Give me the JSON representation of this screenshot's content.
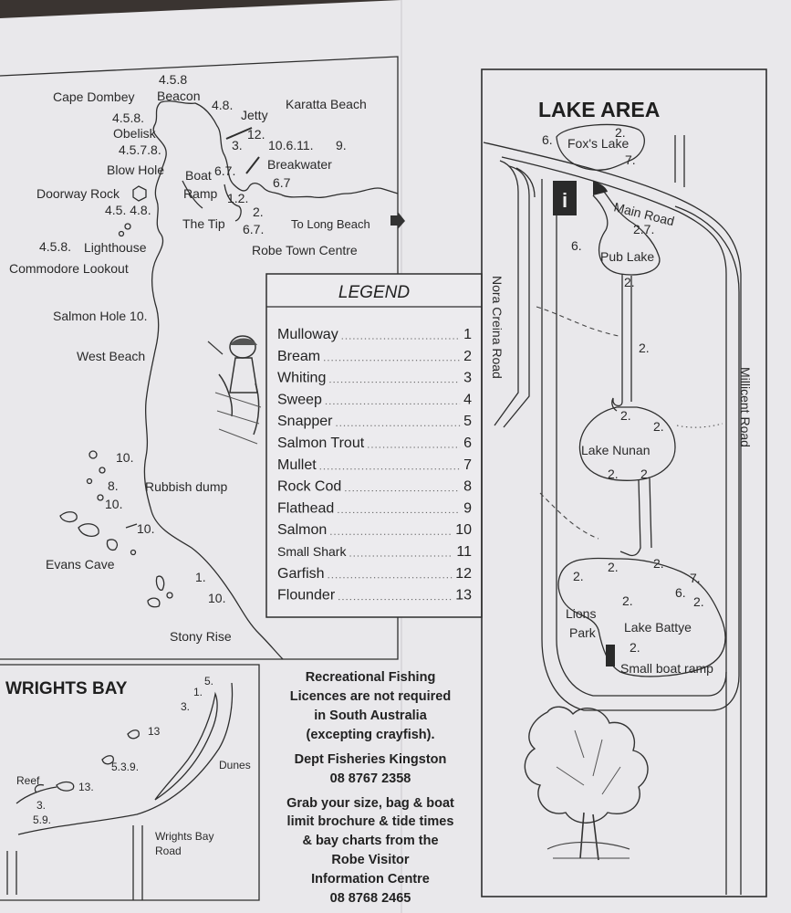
{
  "coast": {
    "labels": {
      "cape_dombey": "Cape Dombey",
      "beacon_num": "4.5.8",
      "beacon": "Beacon",
      "jetty_num": "4.8.",
      "jetty": "Jetty",
      "karatta": "Karatta Beach",
      "obelisk_num": "4.5.8.",
      "obelisk": "Obelisk",
      "n_12": "12.",
      "n_3": "3.",
      "n_10_6_11": "10.6.11.",
      "n_9": "9.",
      "blowhole_num": "4.5.7.8.",
      "blowhole": "Blow Hole",
      "boat": "Boat",
      "n_67": "6.7.",
      "breakwater": "Breakwater",
      "n_67b": "6.7",
      "doorway": "Doorway Rock",
      "ramp": "Ramp",
      "n_12b": "1.2.",
      "doorway_num": "4.5. 4.8.",
      "n_2": "2.",
      "the_tip": "The Tip",
      "n_67c": "6.7.",
      "to_long_beach": "To Long Beach",
      "lighthouse_num": "4.5.8.",
      "lighthouse": "Lighthouse",
      "robe_town": "Robe Town Centre",
      "commodore": "Commodore Lookout",
      "salmon_hole": "Salmon Hole 10.",
      "west_beach": "West Beach",
      "n_10a": "10.",
      "n_8": "8.",
      "rubbish": "Rubbish dump",
      "n_10b": "10.",
      "n_10c": "10.",
      "evans": "Evans Cave",
      "n_1": "1.",
      "n_10d": "10.",
      "stony": "Stony Rise"
    }
  },
  "legend": {
    "title": "LEGEND",
    "items": [
      {
        "name": "Mulloway",
        "num": "1"
      },
      {
        "name": "Bream",
        "num": "2"
      },
      {
        "name": "Whiting",
        "num": "3"
      },
      {
        "name": "Sweep",
        "num": "4"
      },
      {
        "name": "Snapper",
        "num": "5"
      },
      {
        "name": "Salmon Trout",
        "num": "6"
      },
      {
        "name": "Mullet",
        "num": "7"
      },
      {
        "name": "Rock Cod",
        "num": "8"
      },
      {
        "name": "Flathead",
        "num": "9"
      },
      {
        "name": "Salmon",
        "num": "10"
      },
      {
        "name": "Small Shark",
        "num": "11"
      },
      {
        "name": "Garfish",
        "num": "12"
      },
      {
        "name": "Flounder",
        "num": "13"
      }
    ]
  },
  "lake": {
    "title": "LAKE AREA",
    "labels": {
      "foxs_lake": "Fox's Lake",
      "fox_2": "2.",
      "fox_6": "6.",
      "fox_7": "7.",
      "info_icon": "i",
      "main_road": "Main Road",
      "main_road_num": "2.7.",
      "pub_6": "6.",
      "pub_lake": "Pub Lake",
      "pub_2": "2.",
      "nora": "Nora Creina Road",
      "n_2a": "2.",
      "millicent": "Millicent Road",
      "nunan_2a": "2.",
      "nunan_2b": "2.",
      "lake_nunan": "Lake Nunan",
      "nunan_2c": "2.",
      "nunan_2d": "2.",
      "b_2a": "2.",
      "b_2b": "2.",
      "b_2c": "2.",
      "b_7": "7.",
      "b_6": "6.",
      "b_2d": "2.",
      "lions": "Lions",
      "park": "Park",
      "b_2e": "2.",
      "lake_battye": "Lake Battye",
      "b_2f": "2.",
      "small_boat_ramp": "Small boat ramp"
    }
  },
  "wrights": {
    "title": "WRIGHTS BAY",
    "labels": {
      "n_5": "5.",
      "n_1": "1.",
      "n_3": "3.",
      "n_13": "13",
      "n_539": "5.3.9.",
      "dunes": "Dunes",
      "reef": "Reef",
      "n_13b": "13.",
      "n_3b": "3.",
      "n_59": "5.9.",
      "road1": "Wrights Bay",
      "road2": "Road"
    }
  },
  "info": {
    "lines": [
      "Recreational Fishing",
      "Licences are not required",
      "in South Australia",
      "(excepting crayfish).",
      "Dept Fisheries Kingston",
      "08 8767 2358",
      "Grab your size, bag & boat",
      "limit brochure & tide times",
      "& bay charts from the",
      "Robe Visitor",
      "Information Centre",
      "08 8768 2465"
    ]
  }
}
